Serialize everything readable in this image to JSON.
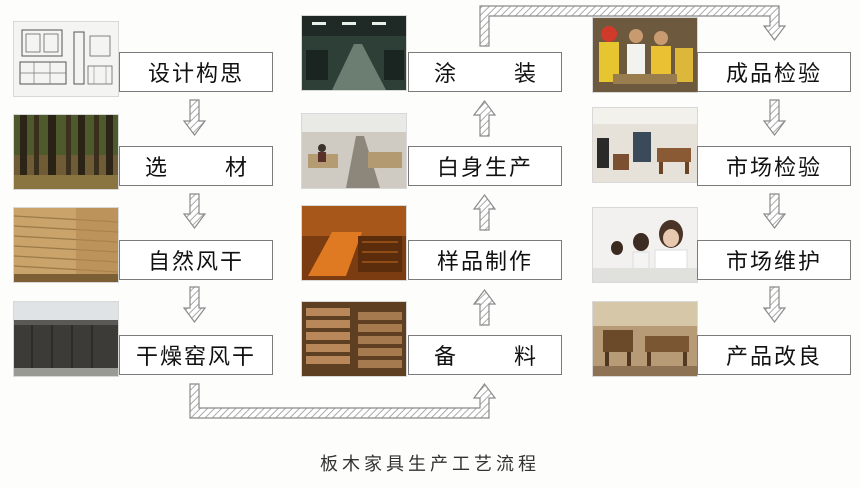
{
  "caption": "板木家具生产工艺流程",
  "columns": [
    {
      "steps": [
        {
          "label": "设计构思",
          "photo": "blueprint-drawing"
        },
        {
          "label": "选　材",
          "photo": "forest"
        },
        {
          "label": "自然风干",
          "photo": "stacked-lumber"
        },
        {
          "label": "干燥窑风干",
          "photo": "drying-kiln"
        }
      ]
    },
    {
      "steps": [
        {
          "label": "涂　装",
          "photo": "coating-workshop"
        },
        {
          "label": "白身生产",
          "photo": "assembly-workshop"
        },
        {
          "label": "样品制作",
          "photo": "wood-carving"
        },
        {
          "label": "备　料",
          "photo": "material-stack"
        }
      ]
    },
    {
      "steps": [
        {
          "label": "成品检验",
          "photo": "inspection-workers"
        },
        {
          "label": "市场检验",
          "photo": "showroom"
        },
        {
          "label": "市场维护",
          "photo": "call-center"
        },
        {
          "label": "产品改良",
          "photo": "furniture-room"
        }
      ]
    }
  ],
  "colors": {
    "arrow_stroke": "#8a8a8a",
    "hatch": "#a9a9a9",
    "box_border": "#7b7b7b"
  }
}
